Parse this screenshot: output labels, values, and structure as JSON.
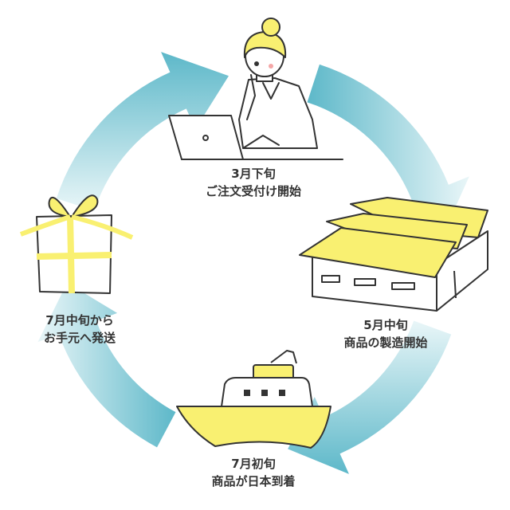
{
  "colors": {
    "arrow": "#5db8c9",
    "arrow_light": "#e9f6f8",
    "accent_yellow": "#f9f071",
    "outline": "#333333"
  },
  "steps": [
    {
      "line1": "3月下旬",
      "line2": "ご注文受付け開始",
      "icon": "woman-at-laptop-icon"
    },
    {
      "line1": "5月中旬",
      "line2": "商品の製造開始",
      "icon": "factory-icon"
    },
    {
      "line1": "7月初旬",
      "line2": "商品が日本到着",
      "icon": "ship-icon"
    },
    {
      "line1": "7月中旬から",
      "line2": "お手元へ発送",
      "icon": "gift-box-icon"
    }
  ]
}
